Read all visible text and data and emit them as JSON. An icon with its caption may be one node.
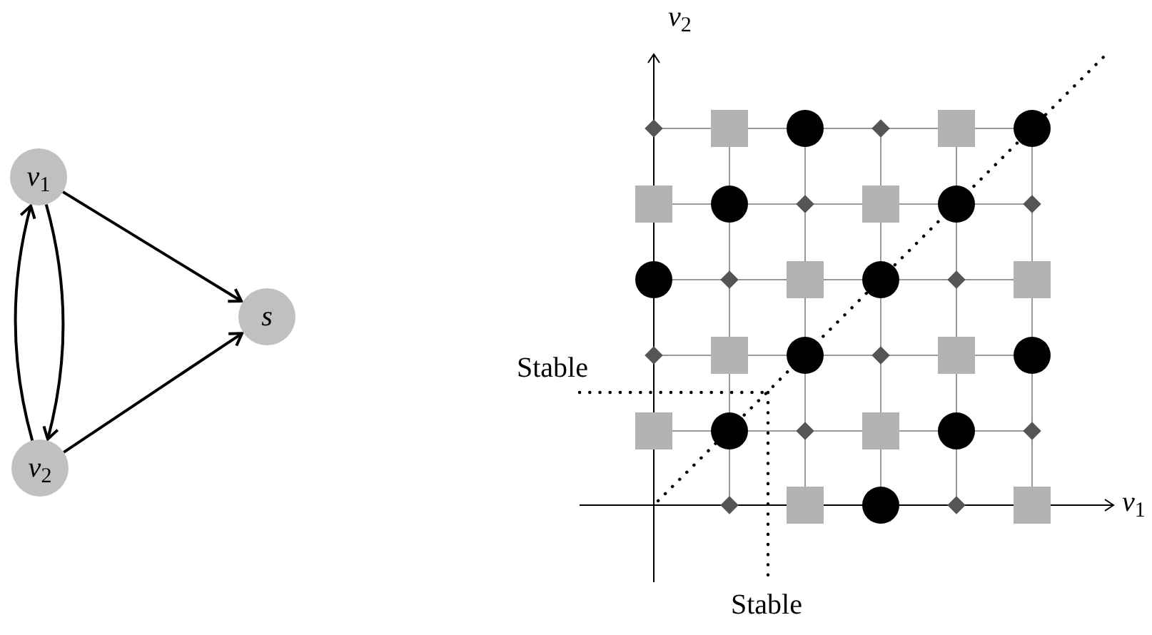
{
  "diagram": {
    "nodes": [
      {
        "text": [
          "*v*$_{1}$"
        ]
      },
      {
        "text": [
          "*v*$_{2}$"
        ]
      },
      {
        "text": [
          "*s*"
        ]
      }
    ],
    "edges": [
      {
        "from": 0,
        "to": 2,
        "arrow": "to"
      },
      {
        "from": 1,
        "to": 2,
        "arrow": "to"
      },
      {
        "from": 0,
        "to": 1,
        "arrow": "to"
      },
      {
        "from": 1,
        "to": 0,
        "arrow": "to"
      }
    ],
    "labels": [
      "*v*$_{2}$",
      "*v*$_{1}$",
      "Stable",
      "Stable"
    ]
  }
}
